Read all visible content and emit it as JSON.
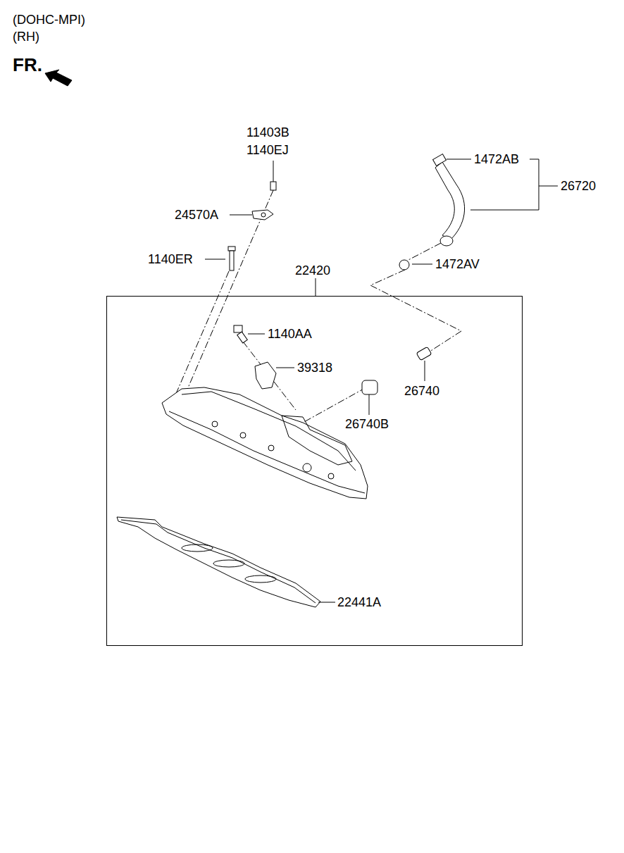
{
  "diagram": {
    "nodes": [
      {
        "text": [
          "22420"
        ]
      }
    ],
    "labels": [
      "(DOHC-MPI)",
      "(RH)",
      "FR.",
      "11403B",
      "1140EJ",
      "24570A",
      "1140ER",
      "1472AB",
      "26720",
      "1472AV",
      "1140AA",
      "39318",
      "26740",
      "26740B",
      "22441A"
    ]
  }
}
